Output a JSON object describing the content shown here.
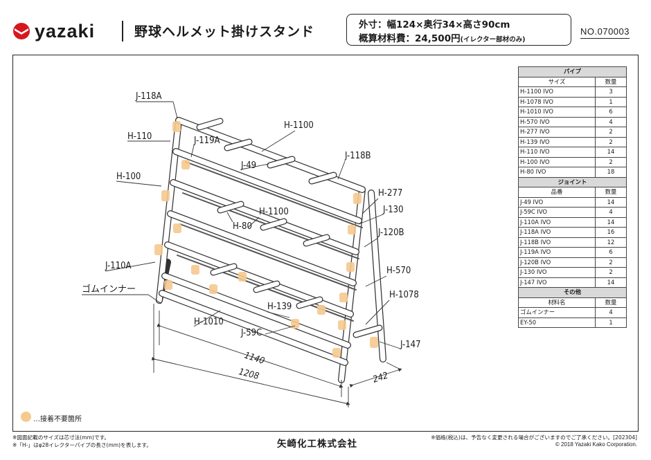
{
  "header": {
    "brand": "yazaki",
    "title": "野球ヘルメット掛けスタンド",
    "dimensions": "外寸：幅124×奥行34×高さ90cm",
    "cost_label": "概算材料費：24,500円",
    "cost_note": "(イレクター部材のみ)",
    "doc_no": "NO.070003"
  },
  "parts_table": {
    "pipe": {
      "title": "パイプ",
      "col_name": "サイズ",
      "col_qty": "数量",
      "rows": [
        {
          "name": "H-1100 IVO",
          "qty": "3"
        },
        {
          "name": "H-1078 IVO",
          "qty": "1"
        },
        {
          "name": "H-1010 IVO",
          "qty": "6"
        },
        {
          "name": "H-570 IVO",
          "qty": "4"
        },
        {
          "name": "H-277 IVO",
          "qty": "2"
        },
        {
          "name": "H-139 IVO",
          "qty": "2"
        },
        {
          "name": "H-110 IVO",
          "qty": "14"
        },
        {
          "name": "H-100 IVO",
          "qty": "2"
        },
        {
          "name": "H-80 IVO",
          "qty": "18"
        }
      ]
    },
    "joint": {
      "title": "ジョイント",
      "col_name": "品番",
      "col_qty": "数量",
      "rows": [
        {
          "name": "J-49 IVO",
          "qty": "14"
        },
        {
          "name": "J-59C IVO",
          "qty": "4"
        },
        {
          "name": "J-110A IVO",
          "qty": "14"
        },
        {
          "name": "J-118A IVO",
          "qty": "16"
        },
        {
          "name": "J-118B IVO",
          "qty": "12"
        },
        {
          "name": "J-119A IVO",
          "qty": "6"
        },
        {
          "name": "J-120B IVO",
          "qty": "2"
        },
        {
          "name": "J-130 IVO",
          "qty": "2"
        },
        {
          "name": "J-147 IVO",
          "qty": "14"
        }
      ]
    },
    "other": {
      "title": "その他",
      "col_name": "材料名",
      "col_qty": "数量",
      "rows": [
        {
          "name": "ゴムインナー",
          "qty": "4"
        },
        {
          "name": "EY-50",
          "qty": "1"
        }
      ]
    }
  },
  "diagram": {
    "labels": {
      "j118a": "J-118A",
      "h110": "H-110",
      "j119a": "J-119A",
      "h1100_top": "H-1100",
      "j49": "J-49",
      "j118b": "J-118B",
      "h100": "H-100",
      "h277": "H-277",
      "j130": "J-130",
      "h1100_mid": "H-1100",
      "h80": "H-80",
      "j120b": "J-120B",
      "j110a": "J-110A",
      "h570": "H-570",
      "rubber_inner": "ゴムインナー",
      "h1078": "H-1078",
      "h139": "H-139",
      "h1010": "H-1010",
      "j59c": "J-59C",
      "j147": "J-147",
      "dim_1140": "1140",
      "dim_1208": "1208",
      "dim_242": "242"
    },
    "colors": {
      "pipe_fill": "#ffffff",
      "pipe_stroke": "#333333",
      "highlight": "#f6c98e"
    }
  },
  "legend": {
    "text": "…接着不要箇所",
    "color": "#f6c98e"
  },
  "footer": {
    "note_1": "※図面記載のサイズは芯寸法(mm)です。",
    "note_2": "※「H-」はφ28イレクターパイプの長さ(mm)を表します。",
    "company": "矢崎化工株式会社",
    "note_3": "※価格(税込)は、予告なく変更される場合がございますのでご了承ください。[202304]",
    "copyright": "© 2018 Yazaki Kako Corporation."
  }
}
